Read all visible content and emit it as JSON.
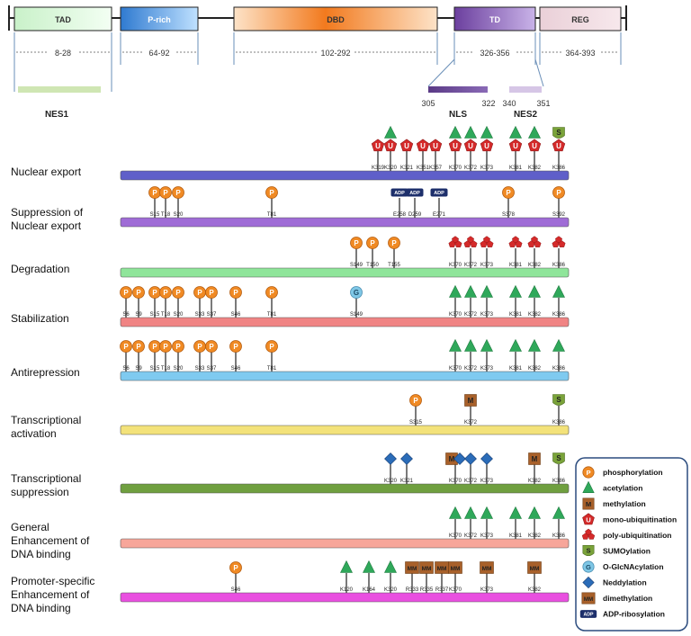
{
  "domains": [
    {
      "label": "TAD",
      "range": "8-28"
    },
    {
      "label": "P-rich",
      "range": "64-92"
    },
    {
      "label": "DBD",
      "range": "102-292"
    },
    {
      "label": "TD",
      "range": "326-356"
    },
    {
      "label": "REG",
      "range": "364-393"
    }
  ],
  "signals": {
    "nes1": "NES1",
    "nls": "NLS",
    "nes2": "NES2",
    "pos_305": "305",
    "pos_322": "322",
    "pos_340": "340",
    "pos_351": "351"
  },
  "rows": [
    {
      "label_lines": [
        "Nuclear export"
      ],
      "color": "#5f5fc9",
      "sites": [
        {
          "type": "U",
          "label": "K319",
          "stack": [
            "U"
          ]
        },
        {
          "type": "U",
          "label": "K320",
          "stack": [
            "A",
            "U"
          ]
        },
        {
          "type": "U",
          "label": "K321",
          "stack": [
            "U"
          ]
        },
        {
          "type": "U",
          "label": "K351",
          "stack": [
            "U"
          ]
        },
        {
          "type": "U",
          "label": "K357",
          "stack": [
            "U"
          ]
        },
        {
          "type": "U",
          "label": "K370",
          "stack": [
            "A",
            "U"
          ]
        },
        {
          "type": "U",
          "label": "K372",
          "stack": [
            "A",
            "U"
          ]
        },
        {
          "type": "U",
          "label": "K373",
          "stack": [
            "A",
            "U"
          ]
        },
        {
          "type": "U",
          "label": "K381",
          "stack": [
            "A",
            "U"
          ]
        },
        {
          "type": "U",
          "label": "K382",
          "stack": [
            "A",
            "U"
          ]
        },
        {
          "type": "U",
          "label": "K386",
          "stack": [
            "S",
            "U"
          ]
        }
      ]
    },
    {
      "label_lines": [
        "Suppression of",
        "Nuclear export"
      ],
      "color": "#9f6cd6",
      "sites": [
        {
          "label": "S15",
          "stack": [
            "P"
          ]
        },
        {
          "label": "T18",
          "stack": [
            "P"
          ]
        },
        {
          "label": "S20",
          "stack": [
            "P"
          ]
        },
        {
          "label": "T81",
          "stack": [
            "P"
          ]
        },
        {
          "label": "E258",
          "stack": [
            "ADP"
          ]
        },
        {
          "label": "D259",
          "stack": [
            "ADP"
          ]
        },
        {
          "label": "E271",
          "stack": [
            "ADP"
          ]
        },
        {
          "label": "S378",
          "stack": [
            "P"
          ]
        },
        {
          "label": "S392",
          "stack": [
            "P"
          ]
        }
      ]
    },
    {
      "label_lines": [
        "Degradation"
      ],
      "color": "#8fe59a",
      "sites": [
        {
          "label": "S149",
          "stack": [
            "P"
          ]
        },
        {
          "label": "T150",
          "stack": [
            "P"
          ]
        },
        {
          "label": "T155",
          "stack": [
            "P"
          ]
        },
        {
          "label": "K370",
          "stack": [
            "PU"
          ]
        },
        {
          "label": "K372",
          "stack": [
            "PU"
          ]
        },
        {
          "label": "K373",
          "stack": [
            "PU"
          ]
        },
        {
          "label": "K381",
          "stack": [
            "PU"
          ]
        },
        {
          "label": "K382",
          "stack": [
            "PU"
          ]
        },
        {
          "label": "K386",
          "stack": [
            "PU"
          ]
        }
      ]
    },
    {
      "label_lines": [
        "Stabilization"
      ],
      "color": "#f08484",
      "sites": [
        {
          "label": "S6",
          "stack": [
            "P"
          ]
        },
        {
          "label": "S9",
          "stack": [
            "P"
          ]
        },
        {
          "label": "S15",
          "stack": [
            "P"
          ]
        },
        {
          "label": "T18",
          "stack": [
            "P"
          ]
        },
        {
          "label": "S20",
          "stack": [
            "P"
          ]
        },
        {
          "label": "S33",
          "stack": [
            "P"
          ]
        },
        {
          "label": "S37",
          "stack": [
            "P"
          ]
        },
        {
          "label": "S46",
          "stack": [
            "P"
          ]
        },
        {
          "label": "T81",
          "stack": [
            "P"
          ]
        },
        {
          "label": "S149",
          "stack": [
            "G"
          ]
        },
        {
          "label": "K370",
          "stack": [
            "A"
          ]
        },
        {
          "label": "K372",
          "stack": [
            "A"
          ]
        },
        {
          "label": "K373",
          "stack": [
            "A"
          ]
        },
        {
          "label": "K381",
          "stack": [
            "A"
          ]
        },
        {
          "label": "K382",
          "stack": [
            "A"
          ]
        },
        {
          "label": "K386",
          "stack": [
            "A"
          ]
        }
      ]
    },
    {
      "label_lines": [
        "Antirepression"
      ],
      "color": "#7fcaf0",
      "sites": [
        {
          "label": "S6",
          "stack": [
            "P"
          ]
        },
        {
          "label": "S9",
          "stack": [
            "P"
          ]
        },
        {
          "label": "S15",
          "stack": [
            "P"
          ]
        },
        {
          "label": "T18",
          "stack": [
            "P"
          ]
        },
        {
          "label": "S20",
          "stack": [
            "P"
          ]
        },
        {
          "label": "S33",
          "stack": [
            "P"
          ]
        },
        {
          "label": "S37",
          "stack": [
            "P"
          ]
        },
        {
          "label": "S46",
          "stack": [
            "P"
          ]
        },
        {
          "label": "T81",
          "stack": [
            "P"
          ]
        },
        {
          "label": "K370",
          "stack": [
            "A"
          ]
        },
        {
          "label": "K372",
          "stack": [
            "A"
          ]
        },
        {
          "label": "K373",
          "stack": [
            "A"
          ]
        },
        {
          "label": "K381",
          "stack": [
            "A"
          ]
        },
        {
          "label": "K382",
          "stack": [
            "A"
          ]
        },
        {
          "label": "K386",
          "stack": [
            "A"
          ]
        }
      ]
    },
    {
      "label_lines": [
        "Transcriptional",
        "activation"
      ],
      "color": "#f3e27a",
      "sites": [
        {
          "label": "S315",
          "stack": [
            "P"
          ]
        },
        {
          "label": "K372",
          "stack": [
            "M"
          ]
        },
        {
          "label": "K386",
          "stack": [
            "S"
          ]
        }
      ]
    },
    {
      "label_lines": [
        "Transcriptional",
        "suppression"
      ],
      "color": "#6f9f3f",
      "sites": [
        {
          "label": "K320",
          "stack": [
            "N"
          ]
        },
        {
          "label": "K321",
          "stack": [
            "N"
          ]
        },
        {
          "label": "K370",
          "stack": [
            "MN"
          ]
        },
        {
          "label": "K372",
          "stack": [
            "N"
          ]
        },
        {
          "label": "K373",
          "stack": [
            "N"
          ]
        },
        {
          "label": "K382",
          "stack": [
            "M"
          ]
        },
        {
          "label": "K386",
          "stack": [
            "S"
          ]
        }
      ]
    },
    {
      "label_lines": [
        "General",
        "Enhancement of",
        "DNA binding"
      ],
      "color": "#f7a69a",
      "sites": [
        {
          "label": "K370",
          "stack": [
            "A"
          ]
        },
        {
          "label": "K372",
          "stack": [
            "A"
          ]
        },
        {
          "label": "K373",
          "stack": [
            "A"
          ]
        },
        {
          "label": "K381",
          "stack": [
            "A"
          ]
        },
        {
          "label": "K382",
          "stack": [
            "A"
          ]
        },
        {
          "label": "K386",
          "stack": [
            "A"
          ]
        }
      ]
    },
    {
      "label_lines": [
        "Promoter-specific",
        "Enhancement of",
        "DNA binding"
      ],
      "color": "#e94fe0",
      "sites": [
        {
          "label": "S46",
          "stack": [
            "P"
          ]
        },
        {
          "label": "K120",
          "stack": [
            "A"
          ]
        },
        {
          "label": "K164",
          "stack": [
            "A"
          ]
        },
        {
          "label": "K320",
          "stack": [
            "A"
          ]
        },
        {
          "label": "R333",
          "stack": [
            "MM"
          ]
        },
        {
          "label": "R335",
          "stack": [
            "MM"
          ]
        },
        {
          "label": "R337",
          "stack": [
            "MM"
          ]
        },
        {
          "label": "K370",
          "stack": [
            "MM"
          ]
        },
        {
          "label": "K373",
          "stack": [
            "MM"
          ]
        },
        {
          "label": "K382",
          "stack": [
            "MM"
          ]
        }
      ]
    }
  ],
  "legend": [
    {
      "symbol": "P",
      "label": "phosphorylation"
    },
    {
      "symbol": "A",
      "label": "acetylation"
    },
    {
      "symbol": "M",
      "label": "methylation"
    },
    {
      "symbol": "U",
      "label": "mono-ubiquitination"
    },
    {
      "symbol": "PU",
      "label": "poly-ubiquitination"
    },
    {
      "symbol": "S",
      "label": "SUMOylation"
    },
    {
      "symbol": "G",
      "label": "O-GlcNAcylation"
    },
    {
      "symbol": "N",
      "label": "Neddylation"
    },
    {
      "symbol": "MM",
      "label": "dimethylation"
    },
    {
      "symbol": "ADP",
      "label": "ADP-ribosylation"
    }
  ],
  "glyph_text": {
    "P": "P",
    "M": "M",
    "U": "U",
    "S": "S",
    "G": "G",
    "MM": "MM",
    "ADP": "ADP"
  },
  "colors": {
    "phospho": "#f08a24",
    "acetyl": "#2fa85a",
    "methyl": "#a8602a",
    "ubiq": "#d52a2a",
    "sumo": "#7aa33a",
    "glcnac": "#7fc7e6",
    "nedd": "#2b6cb8",
    "adp": "#1d2f6b"
  }
}
